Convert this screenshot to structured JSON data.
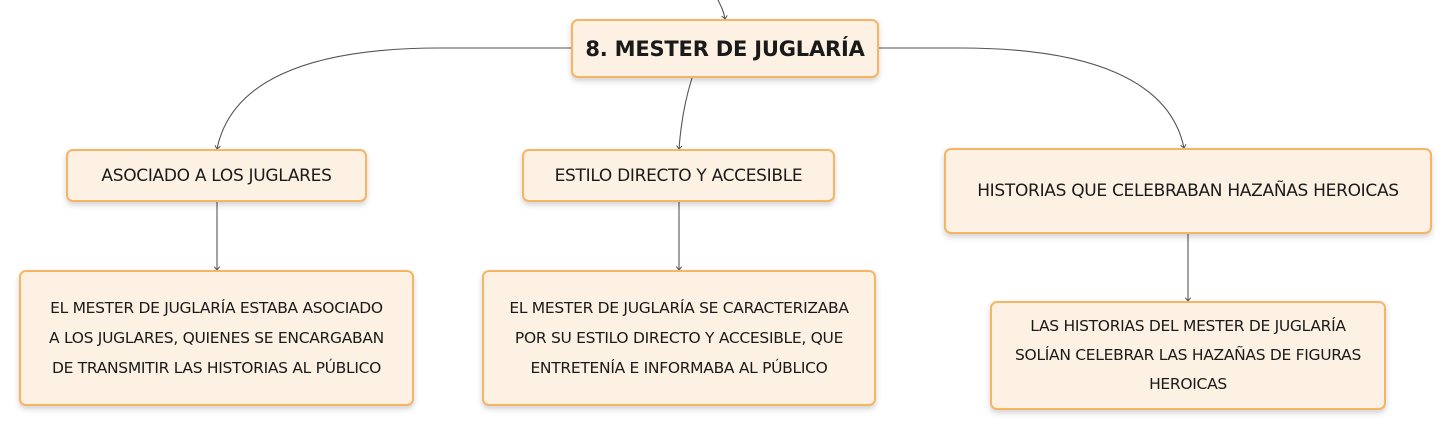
{
  "diagram": {
    "root": {
      "label": "8. MESTER DE JUGLARÍA"
    },
    "branches": [
      {
        "label": "ASOCIADO A LOS JUGLARES",
        "detail_lines": [
          "EL MESTER DE JUGLARÍA ESTABA ASOCIADO",
          "A LOS JUGLARES, QUIENES SE ENCARGABAN",
          "DE TRANSMITIR LAS HISTORIAS AL PÚBLICO"
        ]
      },
      {
        "label": "ESTILO DIRECTO Y ACCESIBLE",
        "detail_lines": [
          "EL MESTER DE JUGLARÍA SE CARACTERIZABA",
          "POR SU ESTILO DIRECTO Y ACCESIBLE, QUE",
          "ENTRETENÍA E INFORMABA AL PÚBLICO"
        ]
      },
      {
        "label": "HISTORIAS QUE CELEBRABAN HAZAÑAS HEROICAS",
        "detail_lines": [
          "LAS HISTORIAS DEL MESTER DE JUGLARÍA",
          "SOLÍAN CELEBRAR LAS HAZAÑAS DE FIGURAS",
          "HEROICAS"
        ]
      }
    ],
    "colors": {
      "node_fill": "#fdf1e4",
      "node_border": "#f6b565",
      "connector": "#555555",
      "text": "#1a1a1a"
    }
  }
}
